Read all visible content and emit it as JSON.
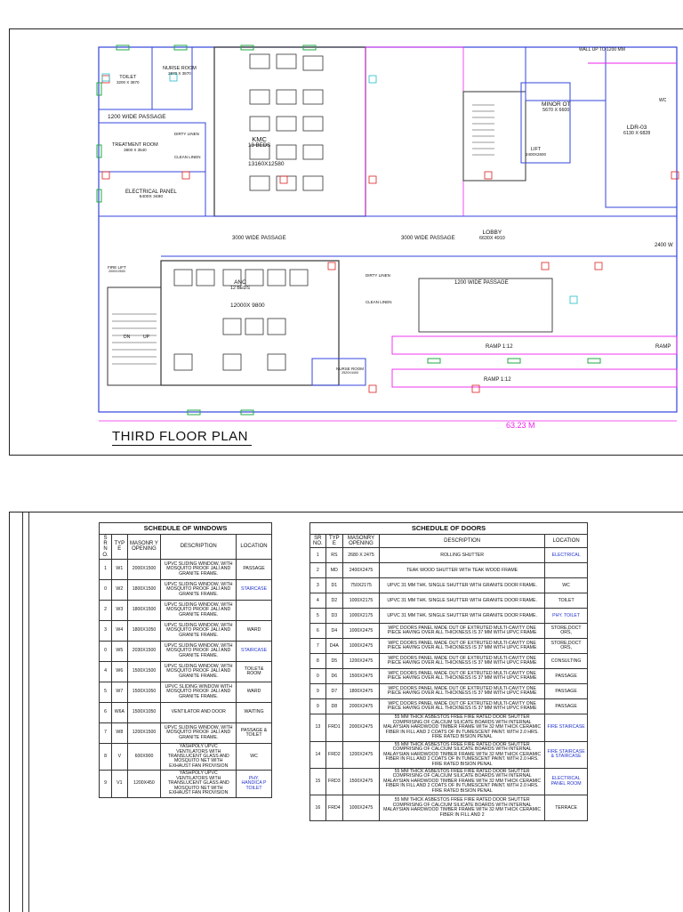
{
  "plan": {
    "title": "THIRD  FLOOR PLAN",
    "rooms": [
      {
        "name": "TOILET",
        "size": "3200 X 3870"
      },
      {
        "name": "NURSE ROOM",
        "size": "2870 X 3870"
      },
      {
        "name": "1200 WIDE PASSAGE",
        "size": ""
      },
      {
        "name": "TREATMENT ROOM",
        "size": "3800 X 3540"
      },
      {
        "name": "DIRTY LINEN",
        "size": ""
      },
      {
        "name": "CLEAN LINEN",
        "size": ""
      },
      {
        "name": "ELECTRICAL PANEL",
        "size": "6400X 3480"
      },
      {
        "name": "KMC",
        "size": "13 BEDS"
      },
      {
        "name": "13160X12580",
        "size": ""
      },
      {
        "name": "MINOR OT",
        "size": "5670 X 6600"
      },
      {
        "name": "LDR-03",
        "size": "6130 X 6828"
      },
      {
        "name": "LIFT",
        "size": "2400X2600"
      },
      {
        "name": "LOBBY",
        "size": "6630X 4910"
      },
      {
        "name": "3000 WIDE PASSAGE",
        "size": ""
      },
      {
        "name": "3000 WIDE PASSAGE ",
        "size": ""
      },
      {
        "name": "2400 W",
        "size": ""
      },
      {
        "name": "FIRE LIFT",
        "size": "2000X2500"
      },
      {
        "name": "ANC",
        "size": "12 BEDS"
      },
      {
        "name": "12000X 9800",
        "size": ""
      },
      {
        "name": "1200 WIDE PASSAGE ",
        "size": ""
      },
      {
        "name": "RAMP 1:12",
        "size": ""
      },
      {
        "name": "RAMP 1:12 ",
        "size": ""
      },
      {
        "name": "NURSE ROOM",
        "size": "2520X4400"
      },
      {
        "name": "DIRTY LINEN ",
        "size": ""
      },
      {
        "name": "CLEAN LINEN ",
        "size": ""
      },
      {
        "name": "RAMP",
        "size": ""
      },
      {
        "name": "WC",
        "size": ""
      }
    ],
    "annotations": [
      "WALL UP TO 1200 MM",
      "63.23 M",
      "DN",
      "UP"
    ]
  },
  "windows": {
    "title": "SCHEDULE OF WINDOWS",
    "headers": [
      "S R N O.",
      "TYP E",
      "MASONR Y OPENING",
      "DESCRIPTION",
      "LOCATION"
    ],
    "rows": [
      [
        "1",
        "W1",
        "2000X1500",
        "UPVC SLIDING WINDOW, WITH MOSQUITO PROOF JALI AND GRANITE FRAME.",
        "PASSAGE"
      ],
      [
        "0",
        "W2",
        "1800X1500",
        "UPVC SLIDING WINDOW, WITH MOSQUITO PROOF JALI AND GRANITE FRAME.",
        "STAIRCASE"
      ],
      [
        "2",
        "W3",
        "1800X1500",
        "UPVC SLIDING WINDOW, WITH MOSQUITO PROOF JALI AND GRANITE FRAME.",
        ""
      ],
      [
        "3",
        "W4",
        "1800X1050",
        "UPVC SLIDING WINDOW, WITH MOSQUITO PROOF JALI AND GRANITE FRAME.",
        "WARD"
      ],
      [
        "0",
        "W5",
        "2030X1500",
        "UPVC SLIDING WINDOW, WITH MOSQUITO PROOF JALI AND GRANITE FRAME.",
        "STAIRCASE"
      ],
      [
        "4",
        "W6",
        "1500X1500",
        "UPVC SLIDING WINDOW, WITH MOSQUITO PROOF JALI AND GRANITE FRAME.",
        "TOILET& ROOM"
      ],
      [
        "5",
        "W7",
        "1500X1050",
        "UPVC SLIDING WINDOW WITH MOSQUITO PROOF JALI AND GRANITE FRAME.",
        "WARD"
      ],
      [
        "6",
        "W6A",
        "1500X1050",
        "VENTILATOR AND DOOR",
        "WAITING"
      ],
      [
        "7",
        "W8",
        "1200X1500",
        "UPVC SLIDING WINDOW, WITH MOSQUITO PROOF JALI AND GRANITE FRAME.",
        "PASSAGE & TOILET"
      ],
      [
        "8",
        "V",
        "600X900",
        "YASHPOLY UPVC VENTILATORS WITH TRANSLUCENT GLASS AND MOSQUITO NET WITH EXHAUST FAN PROVISION",
        "WC"
      ],
      [
        "9",
        "V1",
        "1200X450",
        "YASHPOLY UPVC VENTILATORS WITH TRANSLUCENT GLASS AND MOSQUITO NET WITH EXHAUST FAN PROVISION",
        "PHY. HANDICA P TOILET"
      ]
    ],
    "blue_locations": [
      1,
      4,
      10
    ]
  },
  "doors": {
    "title": "SCHEDULE OF  DOORS",
    "headers": [
      "SR NO.",
      "TYP E",
      "MASONRY OPENING",
      "DESCRIPTION",
      "LOCATION"
    ],
    "rows": [
      [
        "1",
        "RS",
        "2680 X 2475",
        "ROLLING SHUTTER",
        "ELECTRICAL"
      ],
      [
        "2",
        "MD",
        "2400X2475",
        "TEAK WOOD SHUTTER WITH TEAK WOOD FRAME",
        ""
      ],
      [
        "3",
        "D1",
        "750X2175",
        "UPVC 31 MM THK. SINGLE SHUTTER WITH GRANITE DOOR FRAME.",
        "WC"
      ],
      [
        "4",
        "D2",
        "1000X2175",
        "UPVC 31 MM THK. SINGLE SHUTTER WITH GRANITE DOOR FRAME.",
        "TOILET"
      ],
      [
        "5",
        "D3",
        "1000X2175",
        "UPVC 31 MM THK. SINGLE SHUTTER WITH GRANITE DOOR FRAME.",
        "PHY. TOILET"
      ],
      [
        "6",
        "D4",
        "1000X2475",
        "WPC DOORS PANEL MADE OUT OF EXTRUTED MULTI-CAVITY ONE PIECE HAVING OVER ALL THICKNESS IS 37 MM WITH UPVC FRAME",
        "STORE,DOCT ORS,"
      ],
      [
        "7",
        "D4A",
        "1000X2475",
        "WPC DOORS PANEL MADE OUT OF EXTRUTED MULTI-CAVITY ONE PIECE HAVING OVER ALL THICKNESS IS 37 MM WITH UPVC FRAME",
        "STORE,DOCT ORS,"
      ],
      [
        "8",
        "D5",
        "1200X2475",
        "WPC DOORS PANEL MADE OUT OF EXTRUTED MULTI-CAVITY ONE PIECE HAVING OVER ALL THICKNESS IS 37 MM WITH UPVC FRAME",
        "CONSULTING"
      ],
      [
        "0",
        "D6",
        "1500X2475",
        "WPC DOORS PANEL MADE OUT OF EXTRUTED MULTI-CAVITY ONE PIECE HAVING OVER ALL THICKNESS IS 37 MM WITH UPVC FRAME",
        "PASSAGE"
      ],
      [
        "9",
        "D7",
        "1800X2475",
        "WPC DOORS PANEL MADE OUT OF EXTRUTED MULTI-CAVITY ONE PIECE HAVING OVER ALL THICKNESS IS 37 MM WITH UPVC FRAME",
        "PASSAGE"
      ],
      [
        "9",
        "D8",
        "2000X2475",
        "WPC DOORS PANEL MADE OUT OF EXTRUTED MULTI-CAVITY ONE PIECE HAVING OVER ALL THICKNESS IS 37 MM WITH UPVC FRAME",
        "PASSAGE"
      ],
      [
        "13",
        "FRD1",
        "2000X2475",
        "55 MM THICK ASBESTOS FREE FIRE RATED DOOR SHUTTER COMPRISING OF CALCIUM SILICATE BOARDS WITH INTERNAL MALAYSIAN HARDWOOD TIMBER FRAME WITH 32 MM THICK CERAMIC FIBER IN FILL AND 2 COATS OF IN TUMESCENT PAINT. WITH 2.0 HRS. FIRE RATED BISION PENAL",
        "FIRE STAIRCASE"
      ],
      [
        "14",
        "FRD2",
        "1200X2475",
        "55 MM THICK ASBESTOS FREE FIRE RATED DOOR SHUTTER COMPRISING OF CALCIUM SILICATE BOARDS WITH INTERNAL MALAYSIAN HARDWOOD TIMBER FRAME WITH 32 MM THICK CERAMIC FIBER IN FILL AND 2 COATS OF IN TUMESCENT PAINT. WITH 2.0 HRS. FIRE RATED BISION PENAL",
        "FIRE STAIRCASE & STAIRCASE"
      ],
      [
        "15",
        "FRD3",
        "1500X2475",
        "55 MM THICK ASBESTOS FREE FIRE RATED DOOR SHUTTER COMPRISING OF CALCIUM SILICATE BOARDS WITH INTERNAL MALAYSIAN HARDWOOD TIMBER FRAME WITH 32 MM THICK CERAMIC FIBER IN FILL AND 2 COATS OF IN TUMESCENT PAINT. WITH 2.0 HRS. FIRE RATED BISION PENAL",
        "ELECTRICAL PANEL ROOM"
      ],
      [
        "16",
        "FRD4",
        "1000X2475",
        "55 MM THICK ASBESTOS FREE FIRE RATED DOOR SHUTTER COMPRISING OF CALCIUM SILICATE BOARDS WITH INTERNAL MALAYSIAN HARDWOOD TIMBER FRAME WITH 32 MM THICK CERAMIC FIBER IN FILL AND 2",
        "TERRACE"
      ]
    ],
    "blue_locations": [
      0,
      4,
      11,
      12,
      13
    ]
  },
  "colors": {
    "wall": "#3344dd",
    "magenta": "#ee22ee",
    "green": "#22aa44",
    "red": "#dd2222",
    "cyan": "#22bbcc",
    "line": "#333333"
  }
}
